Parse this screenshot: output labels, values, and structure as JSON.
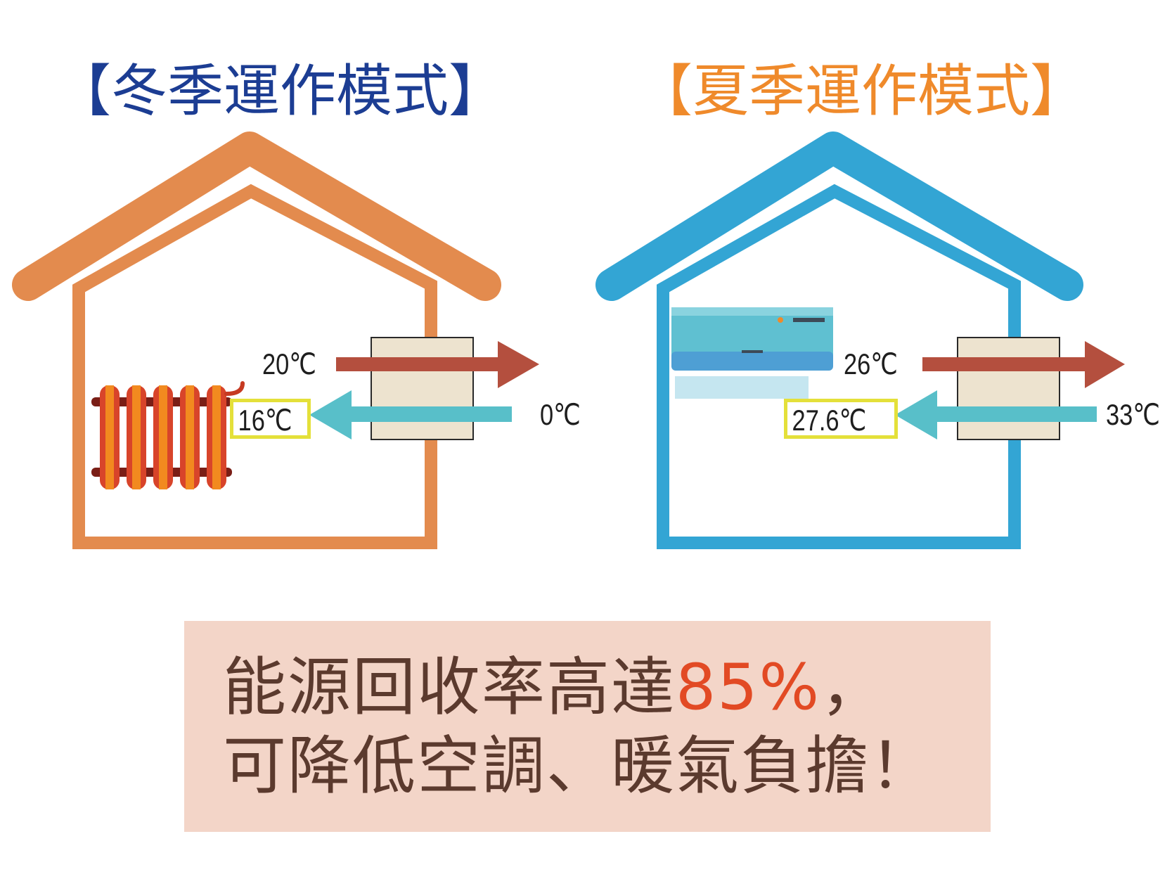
{
  "winter": {
    "title": "【冬季運作模式】",
    "title_color": "#1c3d93",
    "house_color": "#e38b4e",
    "exhaust_temp": "20℃",
    "supply_temp": "16℃",
    "outdoor_temp": "0℃",
    "appliance_icon": "radiator-icon"
  },
  "summer": {
    "title": "【夏季運作模式】",
    "title_color": "#ef8a2b",
    "house_color": "#33a5d4",
    "exhaust_temp": "26℃",
    "supply_temp": "27.6℃",
    "outdoor_temp": "33℃",
    "appliance_icon": "air-conditioner-icon"
  },
  "colors": {
    "exhaust_arrow": "#b44f3e",
    "supply_arrow": "#58bfc9",
    "exchanger": "#ede3cf",
    "highlight_box": "#e4e03a"
  },
  "banner": {
    "line1_prefix": "能源回收率高達",
    "line1_percent": "85%",
    "line1_suffix": "，",
    "line2": "可降低空調、暖氣負擔！"
  }
}
